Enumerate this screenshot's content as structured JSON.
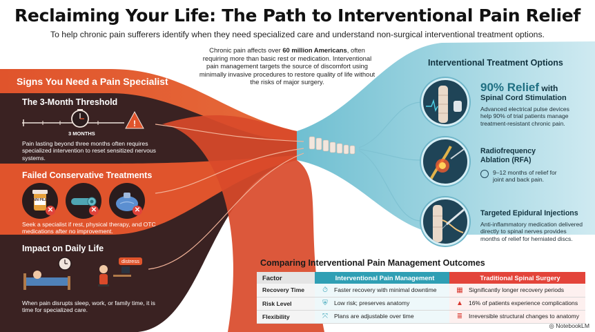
{
  "header": {
    "title": "Reclaiming Your Life: The Path to Interventional Pain Relief",
    "subtitle": "To help chronic pain sufferers identify when they need specialized care and understand non-surgical interventional treatment options."
  },
  "intro": {
    "lead": "Chronic pain affects over ",
    "highlight": "60 million Americans",
    "rest": ", often requiring more than basic rest or medication. Interventional pain management targets the source of discomfort using minimally invasive procedures to restore quality of life without the risks of major surgery."
  },
  "left": {
    "title": "Signs You Need a Pain Specialist",
    "threshold": {
      "title": "The 3-Month Threshold",
      "timer_label": "3 MONTHS",
      "text": "Pain lasting beyond three months often requires specialized intervention to reset sensitized nervous systems."
    },
    "failed": {
      "title": "Failed Conservative Treatments",
      "pill_label": "PAIN PILLS",
      "text": "Seek a specialist if rest, physical therapy, and OTC medications after no improvement."
    },
    "impact": {
      "title": "Impact on Daily Life",
      "bubble": "distress",
      "text": "When pain disrupts sleep, work, or family time, it is time for specialized care."
    }
  },
  "right": {
    "title": "Interventional Treatment Options",
    "options": [
      {
        "headline_big": "90% Relief",
        "headline_small": " with",
        "title": "Spinal Cord Stimulation",
        "text": "Advanced electrical pulse devices help 90% of trial patients manage treatment-resistant chronic pain."
      },
      {
        "title": "Radiofrequency Ablation (RFA)",
        "text": "9–12 months of relief for joint and back pain."
      },
      {
        "title": "Targeted Epidural Injections",
        "text": "Anti-inflammatory medication delivered directly to spinal nerves provides months of relief for herniated discs."
      }
    ]
  },
  "comparison": {
    "title": "Comparing Interventional Pain Management Outcomes",
    "headers": [
      "Factor",
      "Interventional Pain Management",
      "Traditional Spinal Surgery"
    ],
    "rows": [
      {
        "factor": "Recovery Time",
        "interventional": "Faster recovery with minimal downtime",
        "traditional": "Significantly longer recovery periods",
        "icon_i": "stopwatch-icon",
        "icon_t": "calendar-icon"
      },
      {
        "factor": "Risk Level",
        "interventional": "Low risk; preserves anatomy",
        "traditional": "16% of patients experience complications",
        "icon_i": "shield-check-icon",
        "icon_t": "warning-icon"
      },
      {
        "factor": "Flexibility",
        "interventional": "Plans are adjustable over time",
        "traditional": "Irreversible structural changes to anatomy",
        "icon_i": "branch-arrows-icon",
        "icon_t": "spine-segment-icon"
      }
    ]
  },
  "brand": "NotebookLM",
  "colors": {
    "orange": "#e0542c",
    "dark_brown": "#3a2222",
    "teal": "#2f9fb4",
    "light_teal": "#bfe3ec",
    "red": "#e3443a"
  }
}
